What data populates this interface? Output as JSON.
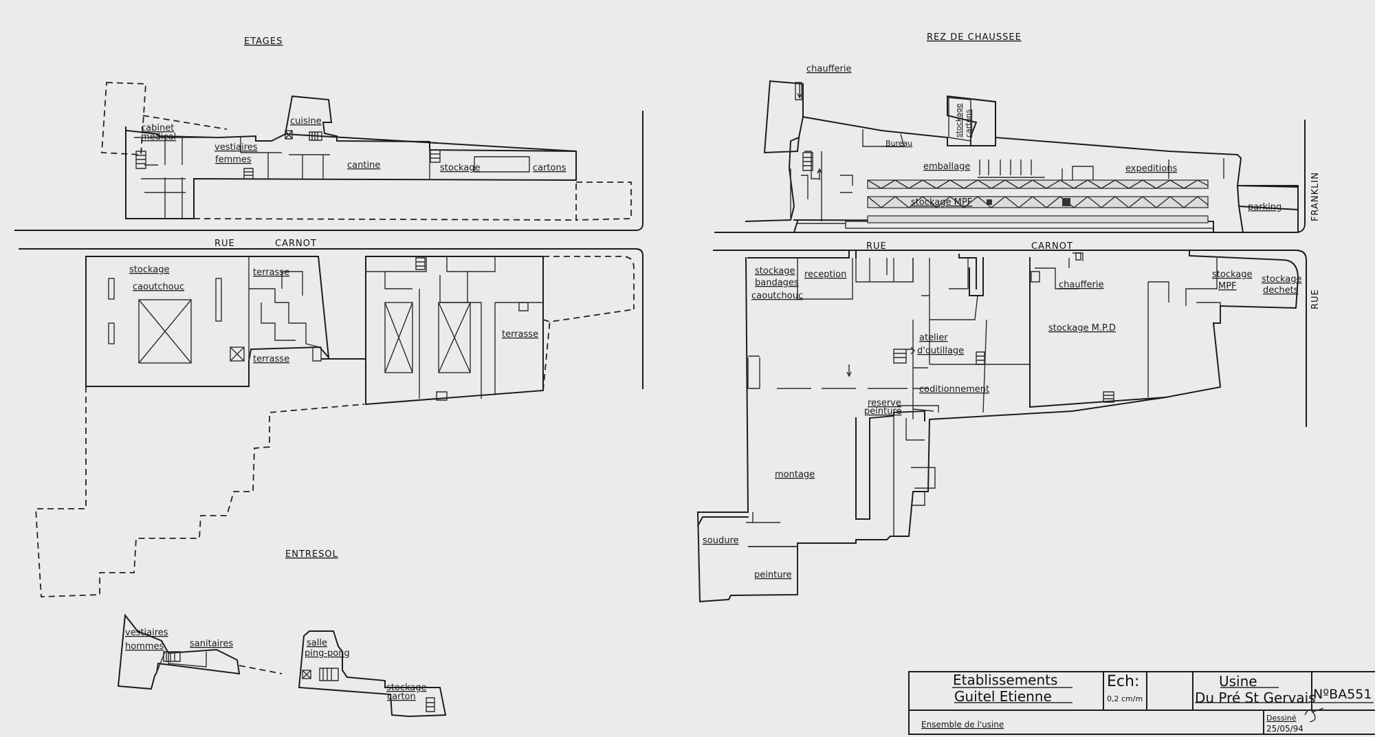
{
  "sections": {
    "etages": "ETAGES",
    "rez_de_chaussee": "REZ  DE  CHAUSSEE",
    "entresol": "ENTRESOL"
  },
  "streets": {
    "rue_left": "RUE",
    "carnot_left": "CARNOT",
    "rue_right": "RUE",
    "carnot_right": "CARNOT",
    "franklin": "FRANKLIN",
    "rue_far_right": "RUE"
  },
  "rooms": {
    "etages": {
      "cabinet": "cabinet",
      "medical": "medical",
      "vestiaires": "vestiaires",
      "femmes": "femmes",
      "cuisine": "cuisine",
      "cantine": "cantine",
      "stockage": "stockage",
      "cartons": "cartons",
      "stockage_caoutchouc_1": "stockage",
      "stockage_caoutchouc_2": "caoutchouc",
      "terrasse_1": "terrasse",
      "terrasse_2": "terrasse",
      "terrasse_3": "terrasse"
    },
    "rdc": {
      "chaufferie_1": "chaufferie",
      "bureau": "Bureau",
      "stockage_cartons_1": "stockage",
      "stockage_cartons_2": "cartons",
      "emballage": "emballage",
      "expeditions": "expeditions",
      "stockage_mpf_strip": "stockage MPF",
      "parking": "parking",
      "stockage_bandages_1": "stockage",
      "stockage_bandages_2": "bandages",
      "stockage_bandages_3": "caoutchouc",
      "reception": "reception",
      "chaufferie_2": "chaufferie",
      "stockage_mpd": "stockage M.P.D",
      "stockage_mpf_1": "stockage",
      "stockage_mpf_2": "MPF",
      "stockage_dechets_1": "stockage",
      "stockage_dechets_2": "dechets",
      "atelier_1": "atelier",
      "atelier_2": "d'outillage",
      "conditionnement": "coditionnement",
      "reserve_1": "reserve",
      "reserve_2": "peinture",
      "montage": "montage",
      "soudure": "soudure",
      "peinture": "peinture"
    },
    "entresol": {
      "vestiaires": "vestiaires",
      "hommes": "hommes",
      "sanitaires": "sanitaires",
      "salle": "salle",
      "ping_pong": "ping-pong",
      "stockage": "stockage",
      "carton": "carton"
    }
  },
  "title_block": {
    "company_1": "Etablissements",
    "company_2": "Guitel   Etienne",
    "scale_label": "Ech:",
    "scale_value": "0,2 cm/m",
    "plant_1": "Usine",
    "plant_2": "Du Pré St Gervais",
    "number": "NºBA551",
    "subject": "Ensemble  de  l'usine",
    "drawn_label": "Dessiné",
    "date": "25/05/94"
  }
}
